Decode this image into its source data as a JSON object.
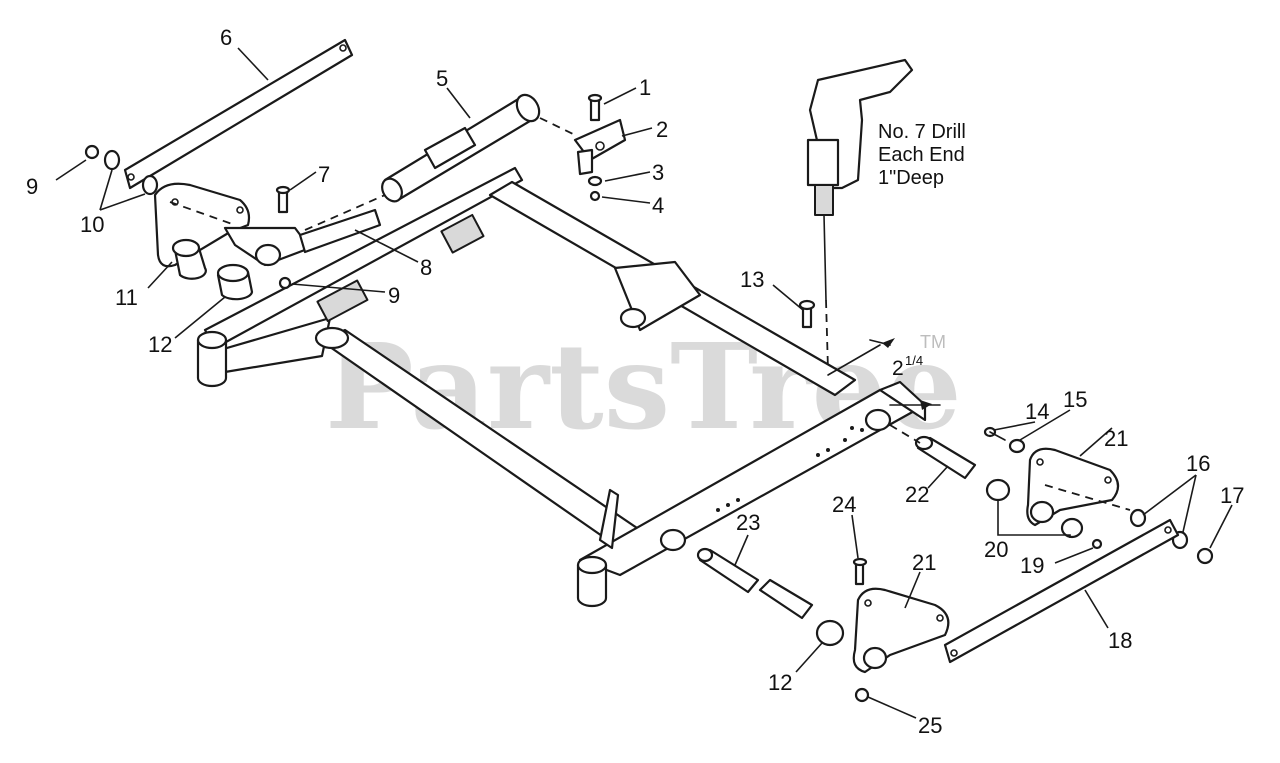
{
  "watermark": {
    "text": "PartsTree",
    "mark": "TM"
  },
  "drill_note": {
    "line1": "No. 7 Drill",
    "line2": "Each End",
    "line3": "1\"Deep"
  },
  "dimension": {
    "whole": "2",
    "fraction": "1/4"
  },
  "callouts": [
    "1",
    "2",
    "3",
    "4",
    "5",
    "6",
    "7",
    "8",
    "9",
    "9",
    "10",
    "11",
    "12",
    "12",
    "13",
    "14",
    "15",
    "16",
    "17",
    "18",
    "19",
    "20",
    "21",
    "21",
    "22",
    "23",
    "24",
    "25"
  ],
  "colors": {
    "line": "#1a1a1a",
    "watermark": "#bdbdbd",
    "background": "#ffffff"
  }
}
